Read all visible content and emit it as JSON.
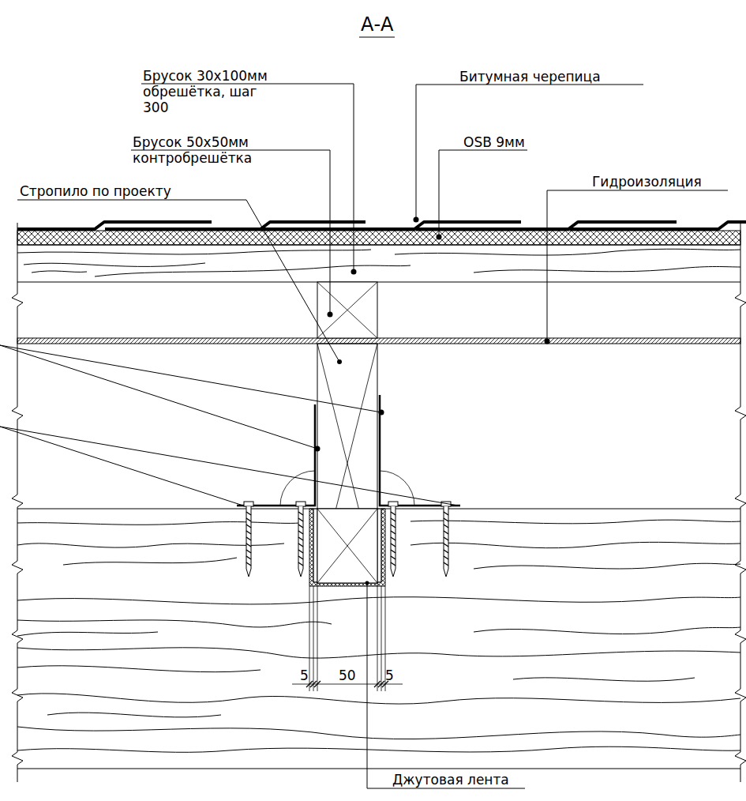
{
  "diagram": {
    "title": "А-А",
    "labels": [
      "Брусок 30x100мм обрешётка, шаг 300",
      "Битумная черепица",
      "Брусок 50x50мм контробрешётка",
      "OSB 9мм",
      "Стропило по проекту",
      "Гидроизоляция",
      "5",
      "50",
      "5",
      "Джутовая лента"
    ]
  }
}
